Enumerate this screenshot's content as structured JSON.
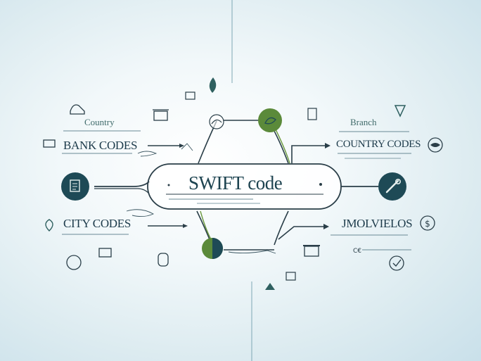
{
  "center": {
    "title": "SWIFT code"
  },
  "labels": {
    "country": "Country",
    "bank_codes": "BANK CODES",
    "city_codes": "CITY CODES",
    "branch": "Branch",
    "country_codes": "COUNTRY CODES",
    "jmolvielos": "JMOLVIELOS"
  },
  "colors": {
    "primary": "#1e4a56",
    "accent_green": "#5b8a3a",
    "line": "#2a3e48",
    "text": "#1c3a4a"
  }
}
